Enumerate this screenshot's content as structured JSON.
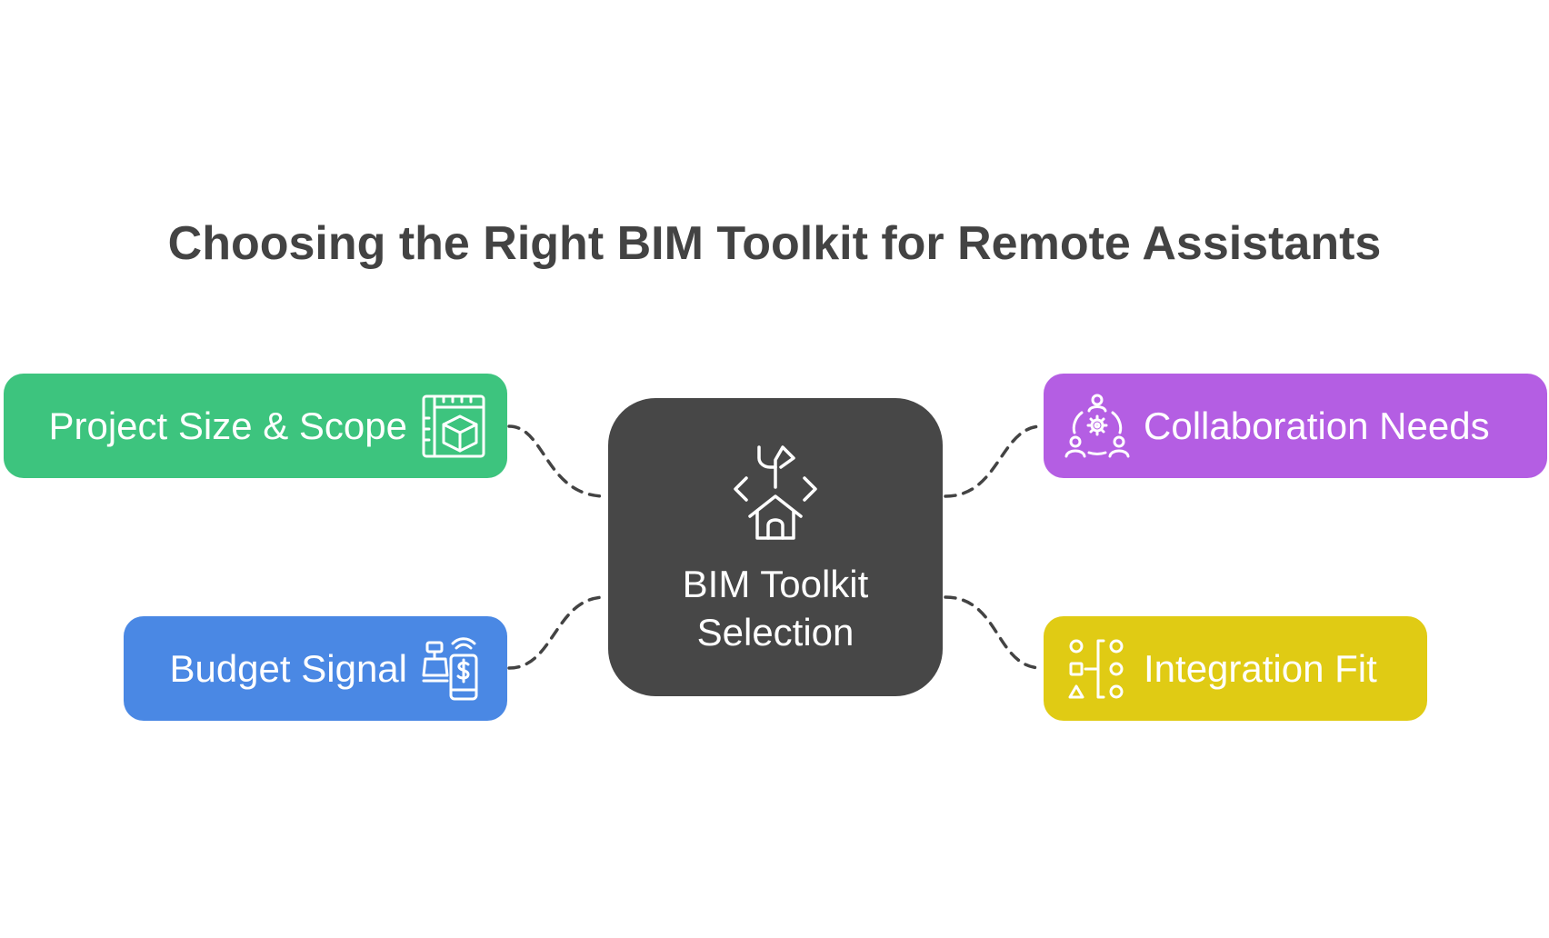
{
  "title": "Choosing the Right BIM Toolkit for Remote Assistants",
  "center": {
    "label": "BIM Toolkit\nSelection",
    "icon": "bim-building-code-icon",
    "color": "#474747"
  },
  "nodes": {
    "project": {
      "label": "Project Size & Scope",
      "icon": "blueprint-cube-icon",
      "color": "#3dc47e"
    },
    "budget": {
      "label": "Budget Signal",
      "icon": "register-phone-dollar-icon",
      "color": "#4a88e4"
    },
    "collab": {
      "label": "Collaboration Needs",
      "icon": "team-gear-icon",
      "color": "#b45ee3"
    },
    "integration": {
      "label": "Integration Fit",
      "icon": "shapes-bracket-icon",
      "color": "#e0cb14"
    }
  },
  "connector_color": "#434343"
}
